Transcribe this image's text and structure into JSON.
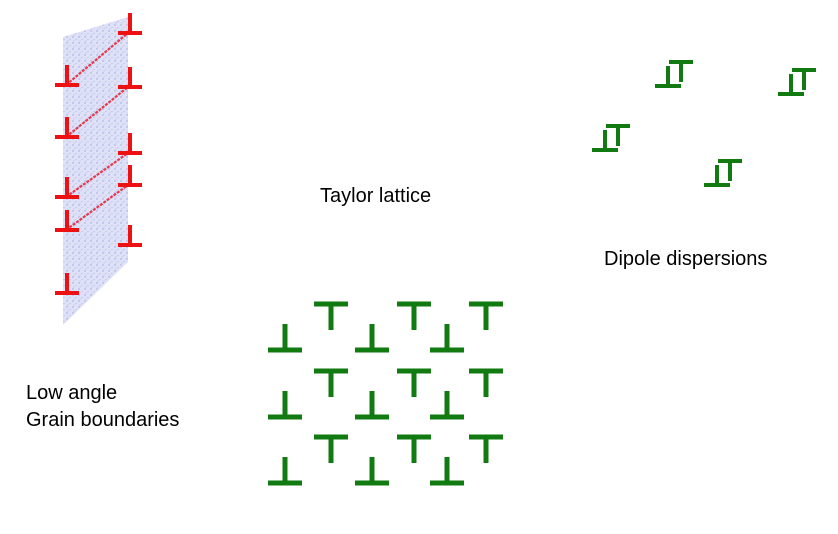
{
  "labels": {
    "taylor_lattice": "Taylor lattice",
    "dipole_dispersions": "Dipole dispersions",
    "low_angle_line1": "Low angle",
    "low_angle_line2": "Grain boundaries"
  },
  "colors": {
    "grain_boundary_dislocation": "#ee1111",
    "slip_trace": "#e23a4e",
    "grain_boundary_plane": "#c9ccf0",
    "taylor_dislocation": "#117a11",
    "dipole_dislocation": "#117a11",
    "text": "#000000"
  },
  "icons": {
    "dislocation_symbol": "edge-dislocation-perpendicular-icon"
  }
}
